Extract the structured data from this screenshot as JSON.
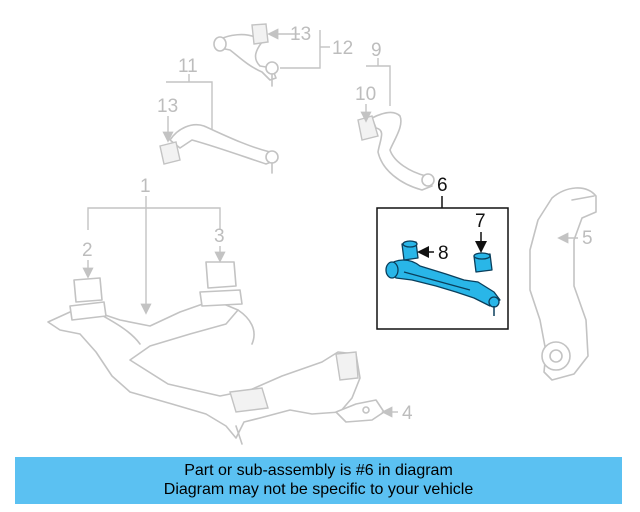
{
  "diagram": {
    "callouts": [
      "1",
      "2",
      "3",
      "4",
      "5",
      "6",
      "7",
      "8",
      "9",
      "10",
      "11",
      "12",
      "13",
      "13"
    ],
    "highlight_color": "#29b6e8",
    "highlighted_part": "6"
  },
  "banner": {
    "line1": "Part or sub-assembly is #6 in diagram",
    "line2": "Diagram may not be specific to your vehicle",
    "background": "#5bc1f2"
  }
}
